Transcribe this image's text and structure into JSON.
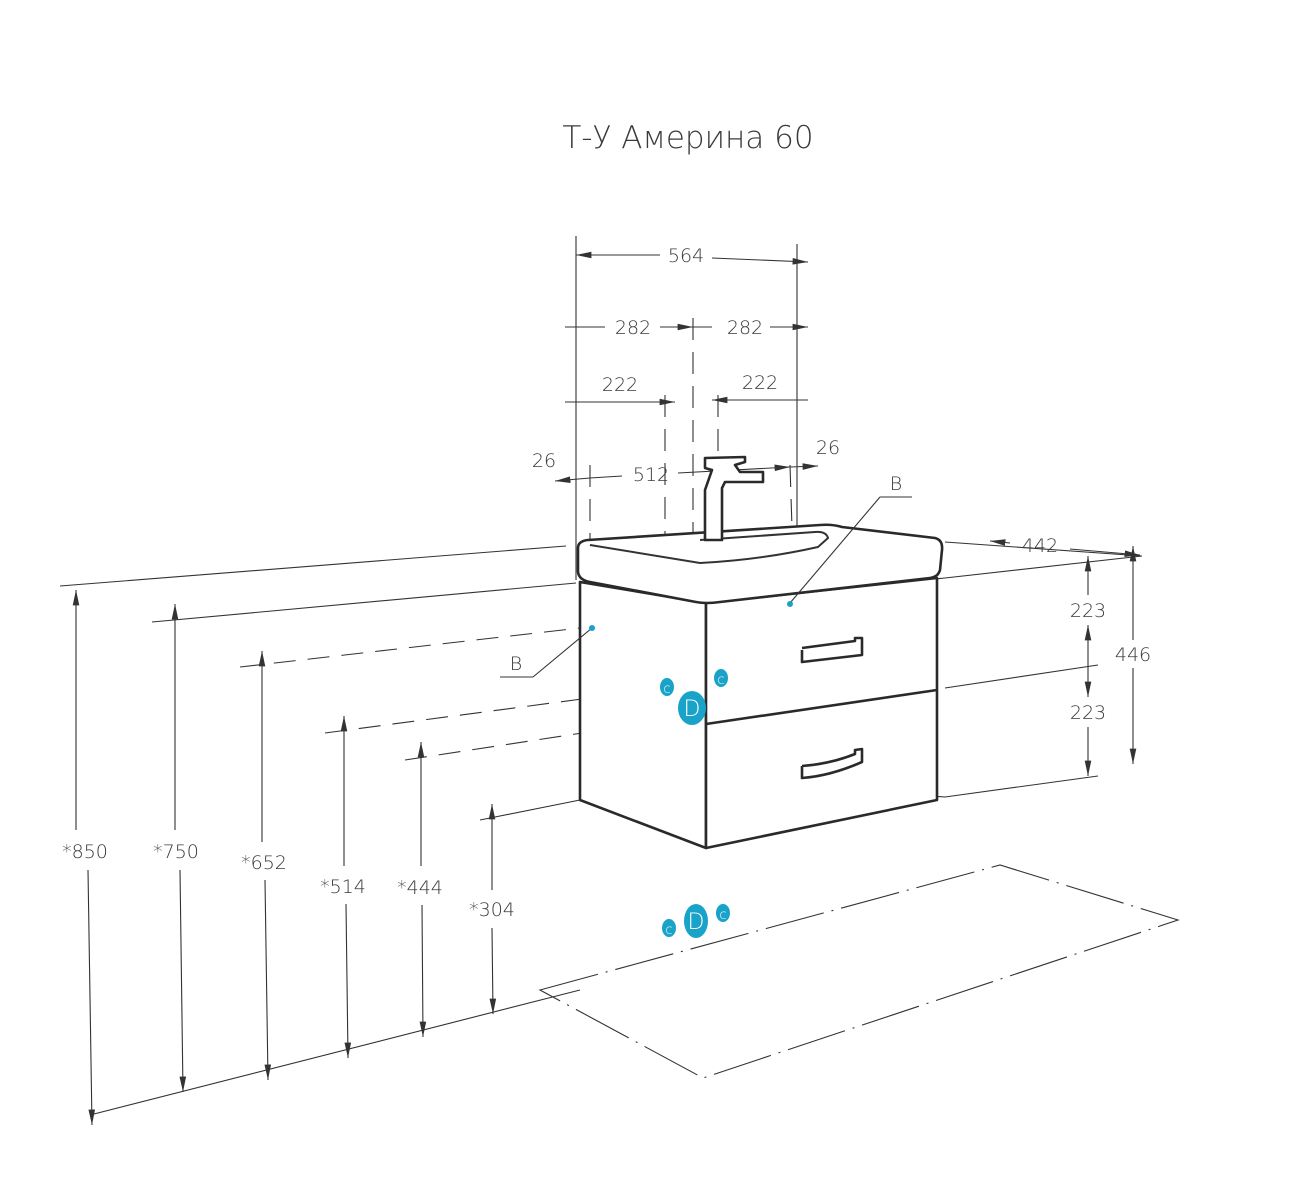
{
  "title": "Т-У Америна 60",
  "dimensions": {
    "total_width": "564",
    "half_left": "282",
    "half_right": "282",
    "offset_left": "222",
    "offset_right": "222",
    "edge_left": "26",
    "edge_right": "26",
    "inner_width": "512",
    "depth": "442",
    "drawer_top": "223",
    "drawer_bottom": "223",
    "cabinet_height": "446"
  },
  "heights": [
    "*850",
    "*750",
    "*652",
    "*514",
    "*444",
    "*304"
  ],
  "callouts": {
    "b_right": "B",
    "b_left": "B"
  },
  "connections": {
    "cold_hot": "c",
    "drain": "D"
  },
  "colors": {
    "connection": "#1aa3c8",
    "line": "#2a2a2a"
  }
}
